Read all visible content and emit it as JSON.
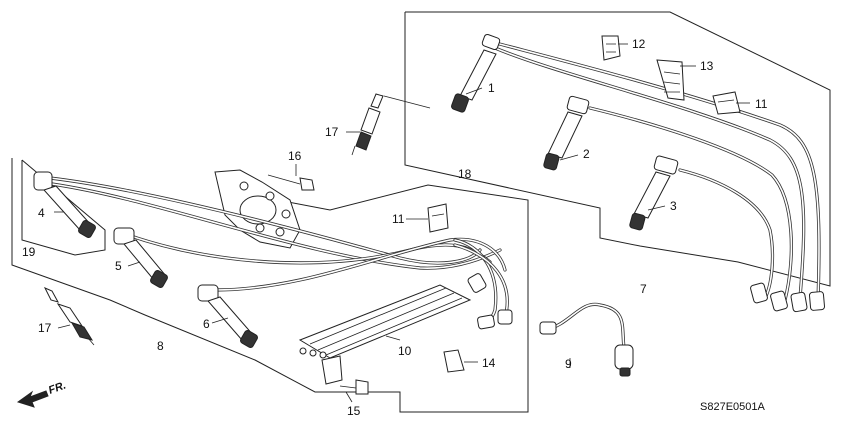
{
  "diagram": {
    "code": "S827E0501A",
    "direction": "FR.",
    "callouts": [
      {
        "id": "c1",
        "text": "1"
      },
      {
        "id": "c2",
        "text": "2"
      },
      {
        "id": "c3",
        "text": "3"
      },
      {
        "id": "c4",
        "text": "4"
      },
      {
        "id": "c5",
        "text": "5"
      },
      {
        "id": "c6",
        "text": "6"
      },
      {
        "id": "c7",
        "text": "7"
      },
      {
        "id": "c8",
        "text": "8"
      },
      {
        "id": "c9",
        "text": "9"
      },
      {
        "id": "c10",
        "text": "10"
      },
      {
        "id": "c11a",
        "text": "11"
      },
      {
        "id": "c11b",
        "text": "11"
      },
      {
        "id": "c12",
        "text": "12"
      },
      {
        "id": "c13",
        "text": "13"
      },
      {
        "id": "c14",
        "text": "14"
      },
      {
        "id": "c15",
        "text": "15"
      },
      {
        "id": "c16",
        "text": "16"
      },
      {
        "id": "c17a",
        "text": "17"
      },
      {
        "id": "c17b",
        "text": "17"
      },
      {
        "id": "c18",
        "text": "18"
      },
      {
        "id": "c19",
        "text": "19"
      }
    ]
  }
}
